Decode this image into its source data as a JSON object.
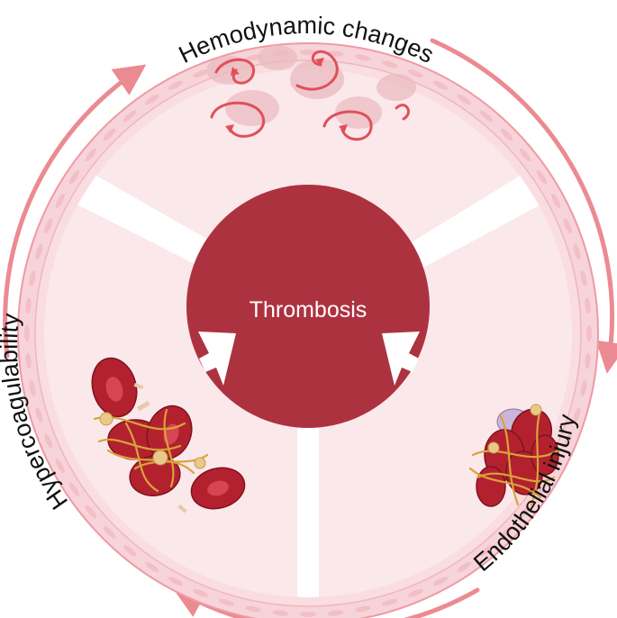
{
  "diagram": {
    "center_label": "Thrombosis",
    "labels": {
      "top": "Hemodynamic changes",
      "left": "Hypercoagulability",
      "right": "Endothelial injury"
    }
  },
  "colors": {
    "vessel_fill": "#fbe6ea",
    "vessel_wall": "#f3c9cf",
    "arrow": "#ec8a91",
    "center": "#ad3240",
    "rbc": "#b3212f",
    "fibrin": "#d9a33a",
    "swirl": "#e0505a"
  }
}
